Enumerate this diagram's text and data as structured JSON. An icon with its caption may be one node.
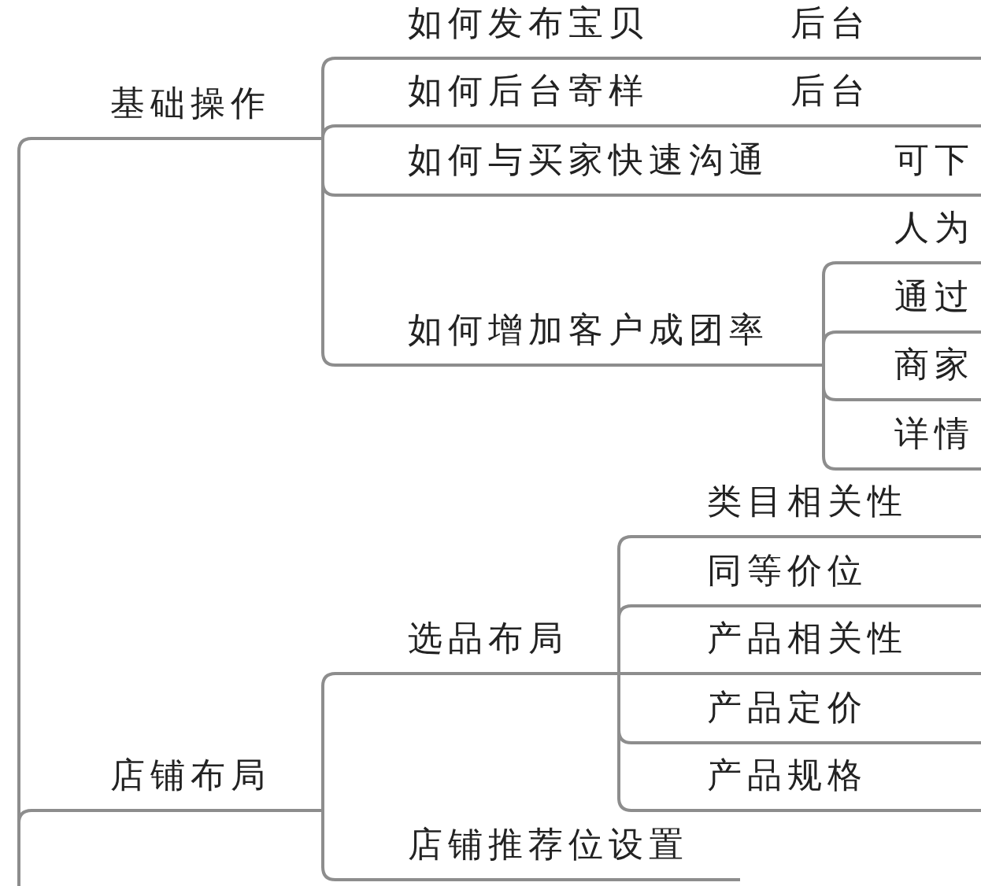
{
  "diagram": {
    "nodes": [
      {
        "text": [
          "基础操作"
        ]
      },
      {
        "text": [
          "如何发布宝贝"
        ]
      },
      {
        "text": [
          "后台"
        ]
      },
      {
        "text": [
          "如何后台寄样"
        ]
      },
      {
        "text": [
          "后台"
        ]
      },
      {
        "text": [
          "如何与买家快速沟通"
        ]
      },
      {
        "text": [
          "可下"
        ]
      },
      {
        "text": [
          "如何增加客户成团率"
        ]
      },
      {
        "text": [
          "人为"
        ]
      },
      {
        "text": [
          "通过"
        ]
      },
      {
        "text": [
          "商家"
        ]
      },
      {
        "text": [
          "详情"
        ]
      },
      {
        "text": [
          "店铺布局"
        ]
      },
      {
        "text": [
          "选品布局"
        ]
      },
      {
        "text": [
          "类目相关性"
        ]
      },
      {
        "text": [
          "同等价位"
        ]
      },
      {
        "text": [
          "产品相关性"
        ]
      },
      {
        "text": [
          "产品定价"
        ]
      },
      {
        "text": [
          "产品规格"
        ]
      },
      {
        "text": [
          "店铺推荐位设置"
        ]
      }
    ],
    "edges": [
      {
        "from": null,
        "to": 0,
        "arrow": "none"
      },
      {
        "from": null,
        "to": 12,
        "arrow": "none"
      },
      {
        "from": 0,
        "to": 1,
        "arrow": "none"
      },
      {
        "from": 1,
        "to": 2,
        "arrow": "none"
      },
      {
        "from": 0,
        "to": 3,
        "arrow": "none"
      },
      {
        "from": 3,
        "to": 4,
        "arrow": "none"
      },
      {
        "from": 0,
        "to": 5,
        "arrow": "none"
      },
      {
        "from": 5,
        "to": 6,
        "arrow": "none"
      },
      {
        "from": 0,
        "to": 7,
        "arrow": "none"
      },
      {
        "from": 7,
        "to": 8,
        "arrow": "none"
      },
      {
        "from": 7,
        "to": 9,
        "arrow": "none"
      },
      {
        "from": 7,
        "to": 10,
        "arrow": "none"
      },
      {
        "from": 7,
        "to": 11,
        "arrow": "none"
      },
      {
        "from": 12,
        "to": 13,
        "arrow": "none"
      },
      {
        "from": 13,
        "to": 14,
        "arrow": "none"
      },
      {
        "from": 13,
        "to": 15,
        "arrow": "none"
      },
      {
        "from": 13,
        "to": 16,
        "arrow": "none"
      },
      {
        "from": 13,
        "to": 17,
        "arrow": "none"
      },
      {
        "from": 13,
        "to": 18,
        "arrow": "none"
      },
      {
        "from": 12,
        "to": 19,
        "arrow": "none"
      }
    ]
  }
}
